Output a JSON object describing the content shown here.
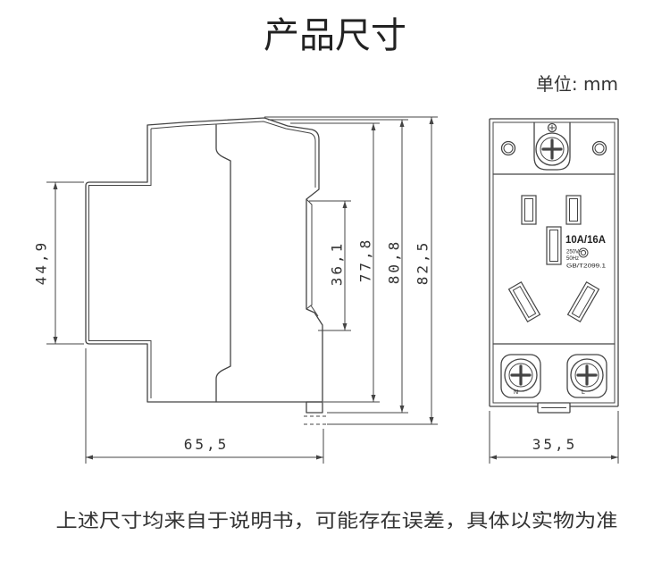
{
  "title": "产品尺寸",
  "unit_label": "单位: mm",
  "side_view": {
    "dimensions": {
      "front_height": "44,9",
      "rail_channel": "36,1",
      "height_inner": "77,8",
      "height_mid": "80,8",
      "height_total": "82,5",
      "depth": "65,5"
    }
  },
  "front_view": {
    "width": "35,5",
    "rating": "10A/16A",
    "voltage": "250V~",
    "frequency": "50Hz",
    "standard": "GB/T2099.1",
    "terminal_left": "N",
    "terminal_right": "L",
    "icons": [
      "screw-terminal-icon",
      "mounting-hole-icon",
      "ccc-mark-icon"
    ]
  },
  "caption": "上述尺寸均来自于说明书，可能存在误差，具体以实物为准",
  "colors": {
    "line": "#444444",
    "text": "#333333",
    "background": "#ffffff"
  }
}
